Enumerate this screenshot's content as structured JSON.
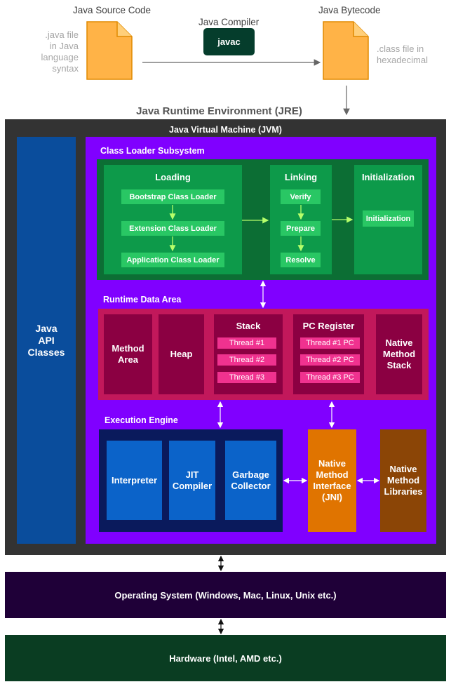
{
  "top": {
    "source_title": "Java Source Code",
    "source_note": ".java file\nin Java\nlanguage\nsyntax",
    "compiler_title": "Java Compiler",
    "compiler_button": "javac",
    "bytecode_title": "Java Bytecode",
    "bytecode_note": ".class file in\nhexadecimal"
  },
  "jre_title": "Java Runtime Environment (JRE)",
  "jvm_title": "Java Virtual Machine (JVM)",
  "api_classes": "Java\nAPI\nClasses",
  "class_loader": {
    "title": "Class Loader Subsystem",
    "loading": {
      "title": "Loading",
      "items": [
        "Bootstrap Class Loader",
        "Extension Class Loader",
        "Application Class Loader"
      ]
    },
    "linking": {
      "title": "Linking",
      "items": [
        "Verify",
        "Prepare",
        "Resolve"
      ]
    },
    "initialization": {
      "title": "Initialization",
      "item": "Initialization"
    }
  },
  "runtime": {
    "title": "Runtime Data Area",
    "method_area": "Method\nArea",
    "heap": "Heap",
    "stack": {
      "title": "Stack",
      "threads": [
        "Thread #1",
        "Thread #2",
        "Thread #3"
      ]
    },
    "pc": {
      "title": "PC Register",
      "threads": [
        "Thread #1 PC",
        "Thread #2 PC",
        "Thread #3 PC"
      ]
    },
    "native_stack": "Native\nMethod\nStack"
  },
  "execution": {
    "title": "Execution Engine",
    "interpreter": "Interpreter",
    "jit": "JIT\nCompiler",
    "gc": "Garbage\nCollector",
    "jni": "Native\nMethod\nInterface\n(JNI)",
    "native_libs": "Native\nMethod\nLibraries"
  },
  "os": "Operating System (Windows, Mac, Linux, Unix etc.)",
  "hardware": "Hardware (Intel, AMD etc.)",
  "colors": {
    "jre_bg": "#333333",
    "jvm_bg": "#8000ff",
    "api_bg": "#0a4d9c",
    "loader_bg": "#0c6e34",
    "loader_box": "#0d9a4a",
    "runtime_bg": "#c2185b",
    "runtime_box": "#8b0042",
    "exec_bg": "#0a1a5c",
    "exec_box": "#0b63c9",
    "jni_bg": "#e07400",
    "libs_bg": "#8b4506",
    "os_bg": "#1f0038",
    "hw_bg": "#0a3d22",
    "file_fill": "#ffb347",
    "file_stroke": "#e08a00",
    "javac_bg": "#053d2c"
  }
}
